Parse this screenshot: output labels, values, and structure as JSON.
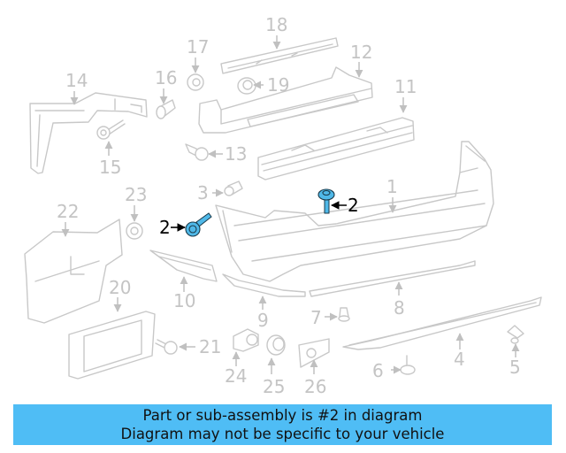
{
  "diagram": {
    "highlighted_part": "2",
    "highlight_color": "#4fb8e8",
    "callouts": [
      {
        "id": "1",
        "label": "1"
      },
      {
        "id": "2a",
        "label": "2"
      },
      {
        "id": "2b",
        "label": "2"
      },
      {
        "id": "3",
        "label": "3"
      },
      {
        "id": "4",
        "label": "4"
      },
      {
        "id": "5",
        "label": "5"
      },
      {
        "id": "6",
        "label": "6"
      },
      {
        "id": "7",
        "label": "7"
      },
      {
        "id": "8",
        "label": "8"
      },
      {
        "id": "9",
        "label": "9"
      },
      {
        "id": "10",
        "label": "10"
      },
      {
        "id": "11",
        "label": "11"
      },
      {
        "id": "12",
        "label": "12"
      },
      {
        "id": "13",
        "label": "13"
      },
      {
        "id": "14",
        "label": "14"
      },
      {
        "id": "15",
        "label": "15"
      },
      {
        "id": "16",
        "label": "16"
      },
      {
        "id": "17",
        "label": "17"
      },
      {
        "id": "18",
        "label": "18"
      },
      {
        "id": "19",
        "label": "19"
      },
      {
        "id": "20",
        "label": "20"
      },
      {
        "id": "21",
        "label": "21"
      },
      {
        "id": "22",
        "label": "22"
      },
      {
        "id": "23",
        "label": "23"
      },
      {
        "id": "24",
        "label": "24"
      },
      {
        "id": "25",
        "label": "25"
      },
      {
        "id": "26",
        "label": "26"
      }
    ]
  },
  "banner": {
    "line1": "Part or sub-assembly is #2 in diagram",
    "line2": "Diagram may not be specific to your vehicle",
    "background": "#4fbdf5"
  }
}
